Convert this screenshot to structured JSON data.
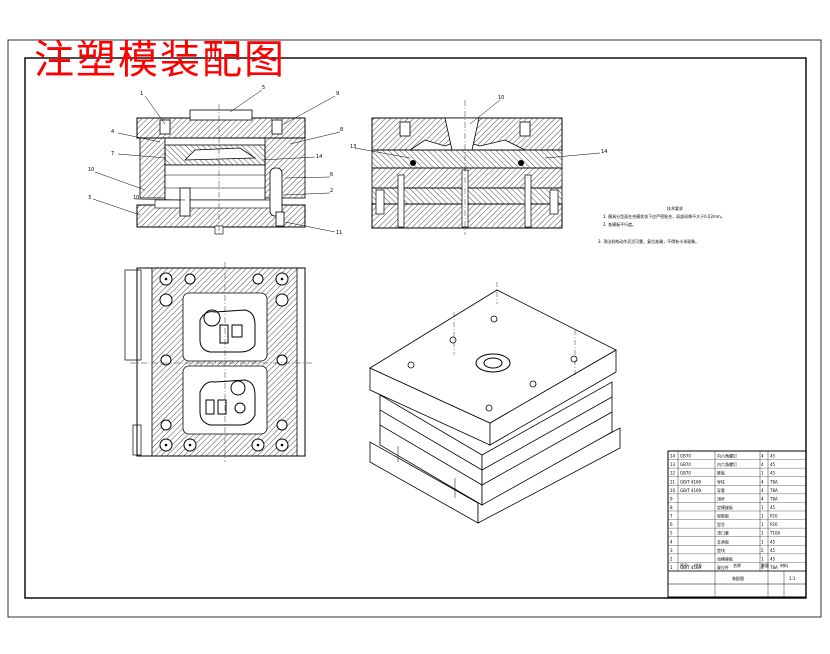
{
  "title": "注塑模装配图",
  "section_a_callouts": [
    "1",
    "2",
    "3",
    "4",
    "5",
    "6",
    "7",
    "8",
    "9",
    "10",
    "11",
    "14"
  ],
  "section_b_callouts": [
    "10",
    "13",
    "14"
  ],
  "tech_notes": {
    "heading": "技术要求",
    "lines": [
      "1. 模具分型面在合模状态下应严密贴合，局部间隙不大于0.02mm。",
      "2. 各模板平行度。",
      "3. 顶出机构动作灵活可靠，复位准确，不得有卡滞现象。"
    ]
  },
  "bom": {
    "rows": [
      [
        "14",
        "GB70",
        "内六角螺钉",
        "4",
        "45"
      ],
      [
        "13",
        "GB70",
        "内六角螺钉",
        "4",
        "45"
      ],
      [
        "12",
        "GB70",
        "推板",
        "1",
        "45"
      ],
      [
        "11",
        "GB/T 4169",
        "导柱",
        "4",
        "T8A"
      ],
      [
        "10",
        "GB/T 4169",
        "导套",
        "4",
        "T8A"
      ],
      [
        "9",
        "",
        "顶杆",
        "4",
        "T8A"
      ],
      [
        "8",
        "",
        "定模座板",
        "1",
        "45"
      ],
      [
        "7",
        "",
        "型腔板",
        "1",
        "P20"
      ],
      [
        "6",
        "",
        "型芯",
        "1",
        "P20"
      ],
      [
        "5",
        "",
        "浇口套",
        "1",
        "T10A"
      ],
      [
        "4",
        "",
        "支承板",
        "1",
        "45"
      ],
      [
        "3",
        "",
        "垫块",
        "2",
        "45"
      ],
      [
        "2",
        "",
        "动模座板",
        "1",
        "45"
      ],
      [
        "1",
        "GB/T 4169",
        "复位杆",
        "4",
        "T8A"
      ]
    ],
    "header": [
      "序号",
      "代号",
      "名称",
      "数量",
      "材料"
    ],
    "footer": [
      "",
      "装配图",
      "",
      "",
      "1:1"
    ]
  }
}
